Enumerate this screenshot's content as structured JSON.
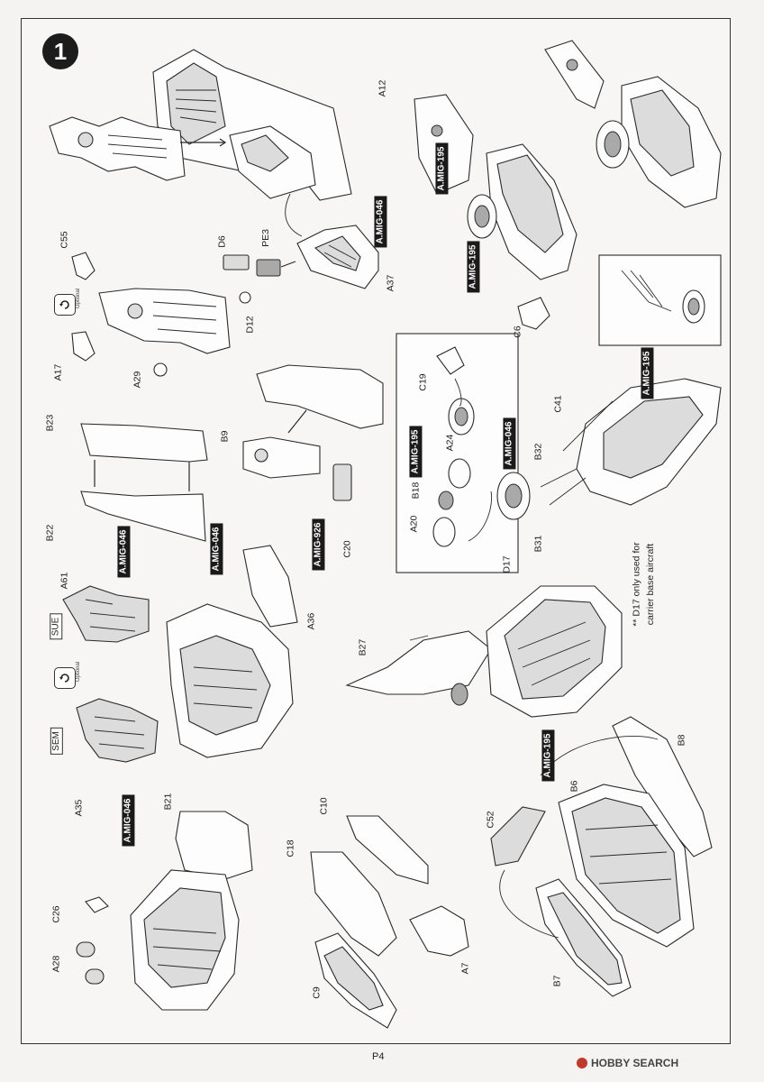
{
  "page": {
    "step_number": "1",
    "page_number": "P4",
    "watermark": "HOBBY SEARCH"
  },
  "labels": {
    "A12": "A12",
    "C55": "C55",
    "D6": "D6",
    "PE3": "PE3",
    "D12": "D12",
    "A37": "A37",
    "A17": "A17",
    "A29": "A29",
    "C6": "C6",
    "B23": "B23",
    "B9": "B9",
    "C19": "C19",
    "C41": "C41",
    "B22": "B22",
    "C20": "C20",
    "A24": "A24",
    "B18": "B18",
    "A20": "A20",
    "B32": "B32",
    "D17": "D17",
    "B31": "B31",
    "A61": "A61",
    "A36": "A36",
    "B27": "B27",
    "A35": "A35",
    "B21": "B21",
    "C10": "C10",
    "B8": "B8",
    "C52": "C52",
    "B6": "B6",
    "C18": "C18",
    "C26": "C26",
    "A28": "A28",
    "A7": "A7",
    "C9": "C9",
    "B7": "B7"
  },
  "paints": {
    "p1": "A.MIG-195",
    "p2": "A.MIG-046",
    "p3": "A.MIG-195",
    "p4": "A.MIG-195",
    "p5": "A.MIG-046",
    "p6": "A.MIG-926",
    "p7": "A.MIG-046",
    "p8": "A.MIG-195",
    "p9": "A.MIG-046",
    "p10": "A.MIG-046",
    "p11": "A.MIG-195"
  },
  "variants": {
    "sue": "SUE",
    "sem": "SEM"
  },
  "optional_label": "Optional",
  "footnote": {
    "line1": "** D17 only used for",
    "line2": "carrier base aircraft"
  }
}
